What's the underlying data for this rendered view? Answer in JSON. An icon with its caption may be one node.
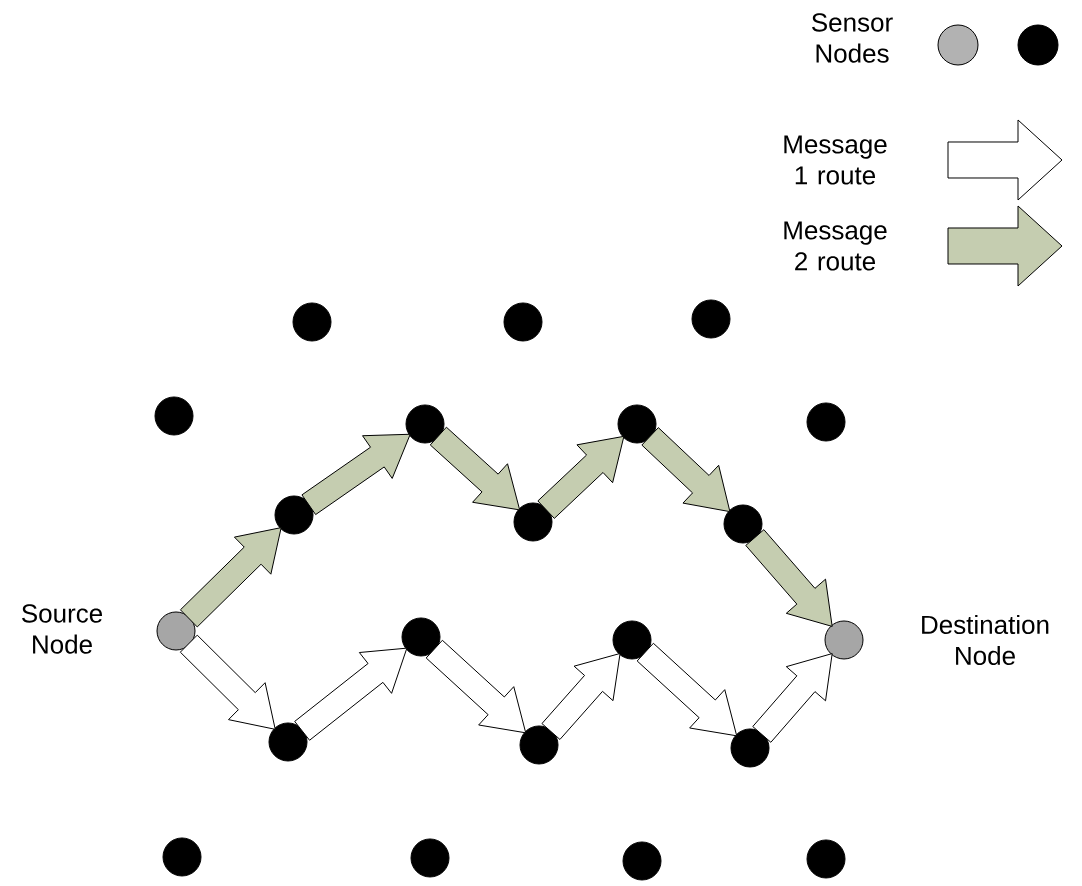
{
  "diagram": {
    "nodes": [
      {
        "text": [],
        "shape": "circle"
      },
      {
        "text": [],
        "shape": "circle"
      },
      {
        "text": [],
        "shape": "circle"
      },
      {
        "text": [],
        "shape": "circle"
      },
      {
        "text": [],
        "shape": "circle"
      },
      {
        "text": [],
        "shape": "circle"
      },
      {
        "text": [],
        "shape": "circle"
      },
      {
        "text": [],
        "shape": "circle"
      },
      {
        "text": [],
        "shape": "circle"
      },
      {
        "text": [],
        "shape": "circle"
      },
      {
        "text": [],
        "shape": "circle",
        "beside": [
          "Source Node"
        ]
      },
      {
        "text": [],
        "shape": "circle"
      },
      {
        "text": [],
        "shape": "circle"
      },
      {
        "text": [],
        "shape": "circle",
        "beside": [
          "Destination Node"
        ]
      },
      {
        "text": [],
        "shape": "circle"
      },
      {
        "text": [],
        "shape": "circle"
      },
      {
        "text": [],
        "shape": "circle"
      },
      {
        "text": [],
        "shape": "circle"
      },
      {
        "text": [],
        "shape": "circle"
      },
      {
        "text": [],
        "shape": "circle"
      },
      {
        "text": [],
        "shape": "circle"
      }
    ],
    "edges": [
      {
        "from": 10,
        "to": 7,
        "arrow": "to",
        "color": "#c5cdb0"
      },
      {
        "from": 7,
        "to": 4,
        "arrow": "to",
        "color": "#c5cdb0"
      },
      {
        "from": 4,
        "to": 8,
        "arrow": "to",
        "color": "#c5cdb0"
      },
      {
        "from": 8,
        "to": 5,
        "arrow": "to",
        "color": "#c5cdb0"
      },
      {
        "from": 5,
        "to": 9,
        "arrow": "to",
        "color": "#c5cdb0"
      },
      {
        "from": 9,
        "to": 13,
        "arrow": "to",
        "color": "#c5cdb0"
      },
      {
        "from": 10,
        "to": 14,
        "arrow": "to"
      },
      {
        "from": 14,
        "to": 11,
        "arrow": "to"
      },
      {
        "from": 11,
        "to": 15,
        "arrow": "to"
      },
      {
        "from": 15,
        "to": 12,
        "arrow": "to"
      },
      {
        "from": 12,
        "to": 16,
        "arrow": "to"
      },
      {
        "from": 16,
        "to": 13,
        "arrow": "to"
      }
    ],
    "legend": [
      {
        "text": "Sensor Nodes"
      },
      {
        "text": "Message 1 route"
      },
      {
        "text": "Message 2 route"
      }
    ]
  }
}
